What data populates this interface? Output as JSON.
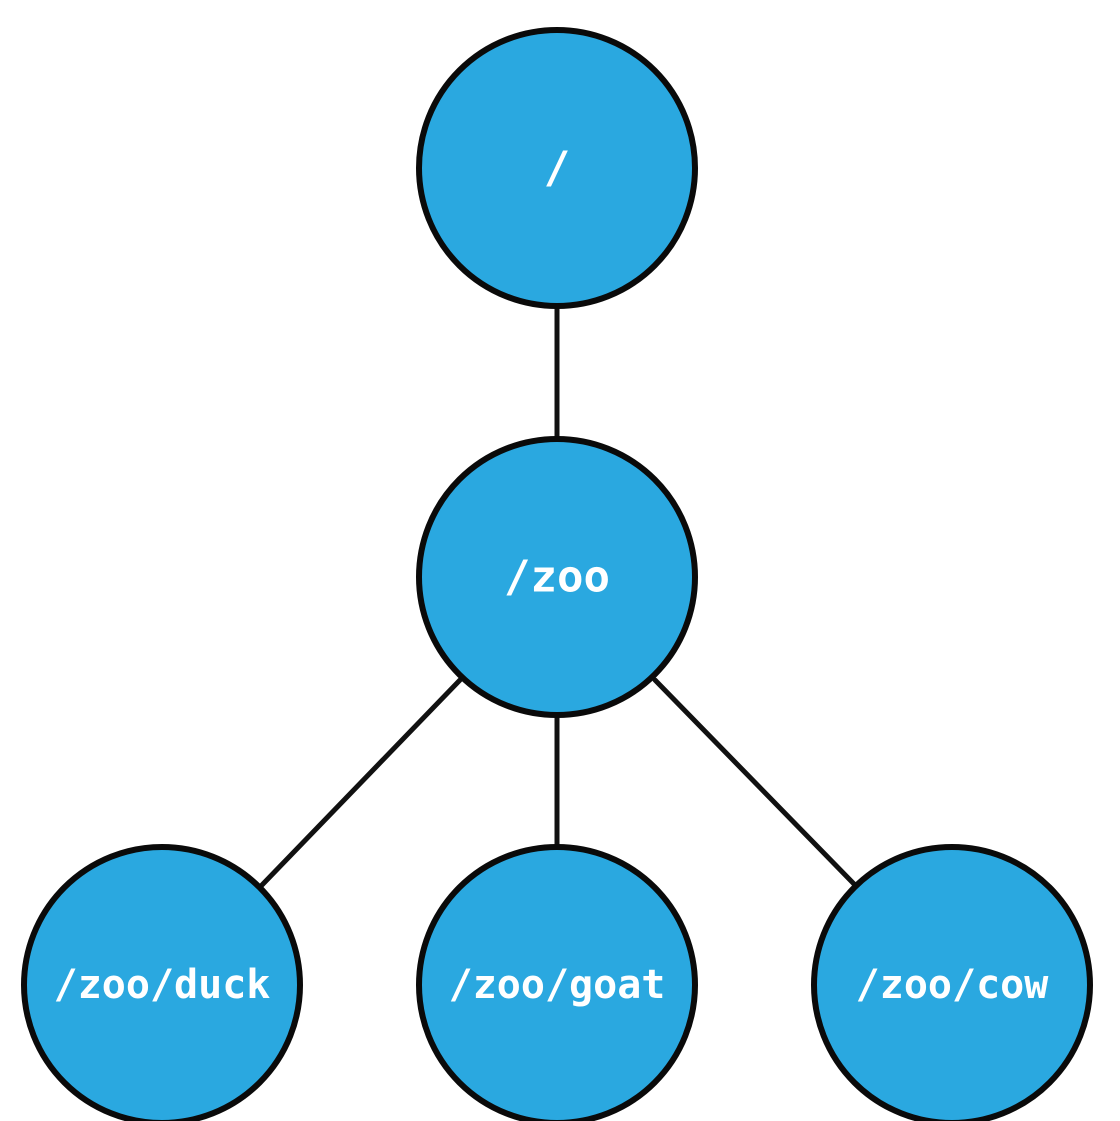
{
  "diagram": {
    "node_color": "#2aa8e0",
    "label_color": "#ffffff",
    "edge_color": "#111111",
    "nodes": [
      {
        "id": "root",
        "label": "/"
      },
      {
        "id": "zoo",
        "label": "/zoo"
      },
      {
        "id": "duck",
        "label": "/zoo/duck"
      },
      {
        "id": "goat",
        "label": "/zoo/goat"
      },
      {
        "id": "cow",
        "label": "/zoo/cow"
      }
    ],
    "edges": [
      {
        "from": "root",
        "to": "zoo"
      },
      {
        "from": "zoo",
        "to": "duck"
      },
      {
        "from": "zoo",
        "to": "goat"
      },
      {
        "from": "zoo",
        "to": "cow"
      }
    ]
  }
}
